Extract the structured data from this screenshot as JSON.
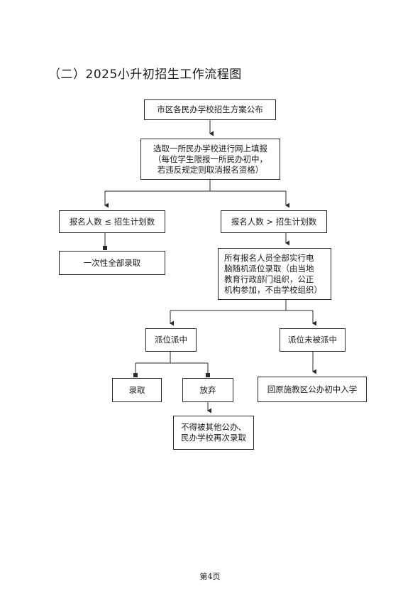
{
  "title": "（二）2025小升初招生工作流程图",
  "nodes": {
    "announce": "市区各民办学校招生方案公布",
    "choose": {
      "line1": "选取一所民办学校进行网上填报",
      "line2": "（每位学生限报一所民办初中，",
      "line3": "若违反规定则取消报名资格）"
    },
    "less_than": "报名人数 ≤ 招生计划数",
    "greater_than": "报名人数 > 招生计划数",
    "admit_all": "一次性全部录取",
    "lottery": {
      "line1": "所有报名人员全部实行电",
      "line2": "脑随机派位录取（由当地",
      "line3": "教育行政部门组织，公正",
      "line4": "机构参加，不由学校组织）"
    },
    "selected": "派位派中",
    "not_selected": "派位未被派中",
    "admitted": "录取",
    "give_up": "放弃",
    "no_readmit": {
      "line1": "不得被其他公办、",
      "line2": "民办学校再次录取"
    },
    "return_home": "回原施教区公办初中入学"
  },
  "page_number": "第4页",
  "colors": {
    "line": "#2a2a2a",
    "border": "#2a2a2a",
    "text": "#1a1a1a"
  }
}
